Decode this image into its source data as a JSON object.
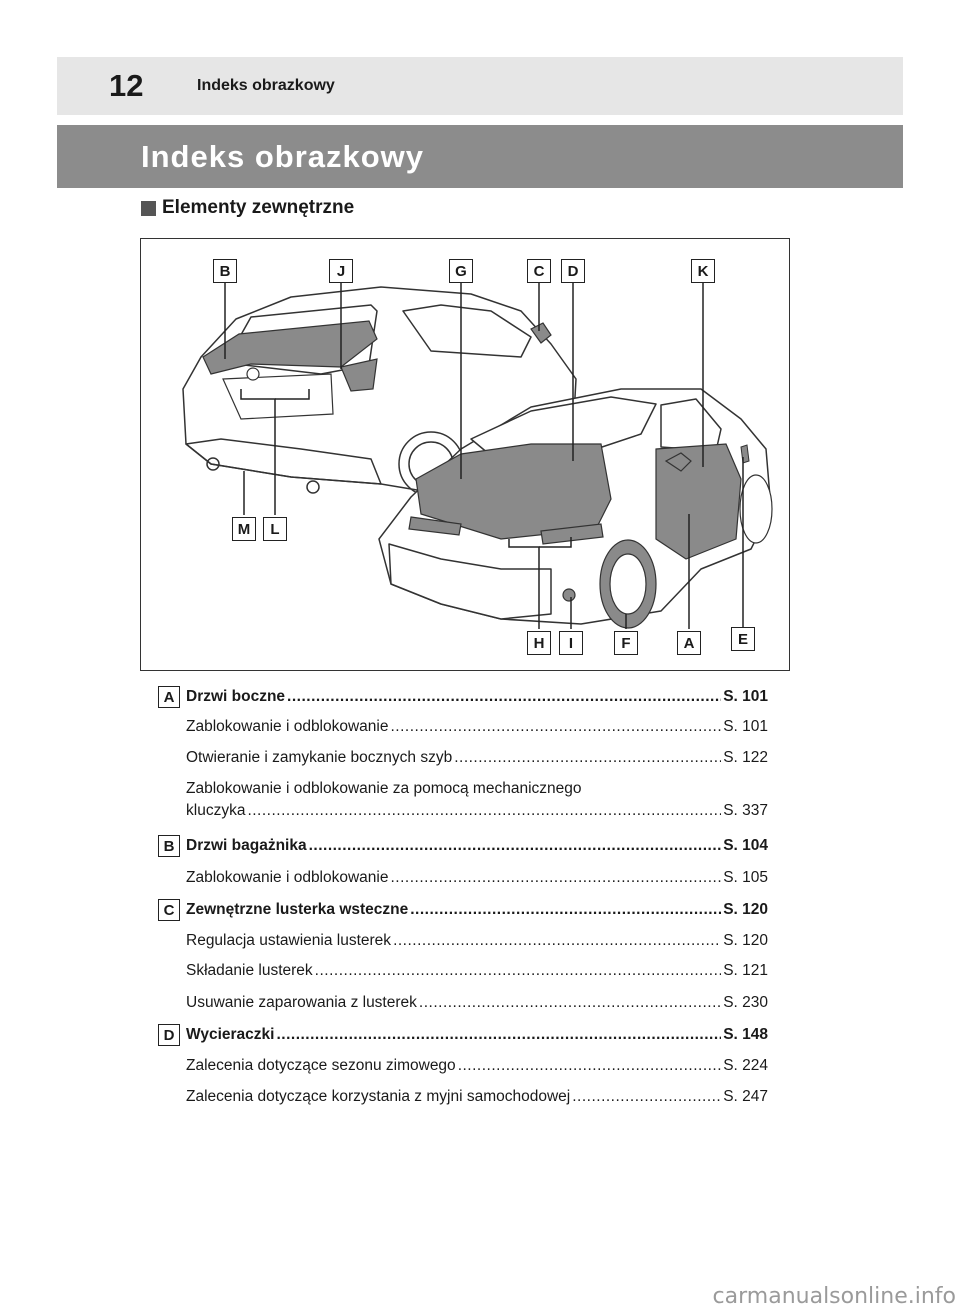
{
  "header": {
    "page_number": "12",
    "running_title": "Indeks obrazkowy"
  },
  "title": "Indeks obrazkowy",
  "section": {
    "heading": "Elementy zewnętrzne"
  },
  "figure": {
    "callouts": [
      "B",
      "J",
      "G",
      "C",
      "D",
      "K",
      "M",
      "L",
      "H",
      "I",
      "F",
      "A",
      "E"
    ]
  },
  "entries": [
    {
      "letter": "A",
      "items": [
        {
          "label": "Drzwi boczne",
          "ref": "S. 101",
          "main": true
        },
        {
          "label": "Zablokowanie i odblokowanie",
          "ref": "S. 101"
        },
        {
          "label": "Otwieranie i zamykanie bocznych szyb",
          "ref": "S. 122"
        },
        {
          "label_line1": "Zablokowanie i odblokowanie za pomocą mechanicznego",
          "label": "kluczyka",
          "ref": "S. 337"
        }
      ]
    },
    {
      "letter": "B",
      "items": [
        {
          "label": "Drzwi bagażnika",
          "ref": "S. 104",
          "main": true
        },
        {
          "label": "Zablokowanie i odblokowanie",
          "ref": "S. 105"
        }
      ]
    },
    {
      "letter": "C",
      "items": [
        {
          "label": "Zewnętrzne lusterka wsteczne",
          "ref": "S. 120",
          "main": true
        },
        {
          "label": "Regulacja ustawienia lusterek",
          "ref": "S. 120"
        },
        {
          "label": "Składanie lusterek",
          "ref": "S. 121"
        },
        {
          "label": "Usuwanie zaparowania z lusterek",
          "ref": "S. 230"
        }
      ]
    },
    {
      "letter": "D",
      "items": [
        {
          "label": "Wycieraczki",
          "ref": "S. 148",
          "main": true
        },
        {
          "label": "Zalecenia dotyczące sezonu zimowego",
          "ref": "S. 224"
        },
        {
          "label": "Zalecenia dotyczące korzystania z myjni samochodowej",
          "ref": "S. 247"
        }
      ]
    }
  ],
  "watermark": "carmanualsonline.info",
  "colors": {
    "header_bg": "#e6e6e6",
    "title_band": "#8c8c8c",
    "part_fill": "#8a8a8a"
  }
}
